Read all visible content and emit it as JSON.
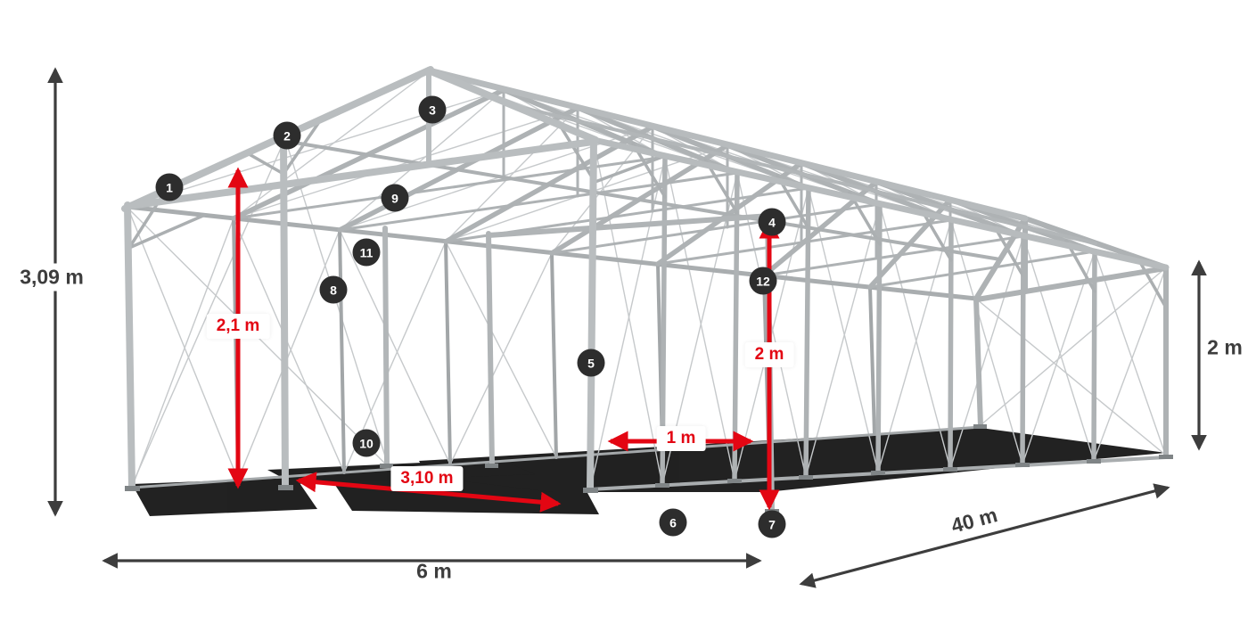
{
  "diagram": {
    "type": "tent-frame-dimension-diagram",
    "badges": [
      {
        "label": "1"
      },
      {
        "label": "2"
      },
      {
        "label": "3"
      },
      {
        "label": "4"
      },
      {
        "label": "5"
      },
      {
        "label": "6"
      },
      {
        "label": "7"
      },
      {
        "label": "8"
      },
      {
        "label": "9"
      },
      {
        "label": "10"
      },
      {
        "label": "11"
      },
      {
        "label": "12"
      }
    ],
    "dimensions": {
      "total_height": "3,09 m",
      "entrance_height": "2,1 m",
      "inner_height": "2 m",
      "side_height": "2 m",
      "inner_width": "1 m",
      "entrance_width": "3,10 m",
      "width": "6 m",
      "length": "40 m"
    },
    "colors": {
      "accent_red": "#e30613",
      "badge_black": "#2d2d2d",
      "arrow_black": "#3d3d3d",
      "frame_grey": "#b4b8ba"
    }
  }
}
